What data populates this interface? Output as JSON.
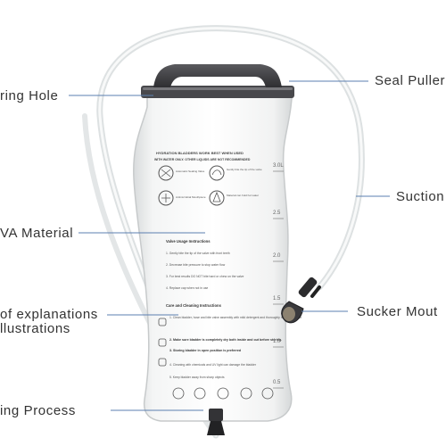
{
  "labels": {
    "filling_hole": "ring Hole",
    "seal_puller": "Seal Puller",
    "suction": "Suction",
    "eva_material": "VA Material",
    "explanations_line1": "of explanations",
    "explanations_line2": "llustrations",
    "sucker_mouth": "Sucker Mout",
    "process": "ing Process"
  },
  "bladder_print": {
    "header_line1": "HYDRATION BLADDERS WORK BEST WHEN USED",
    "header_line2": "WITH WATER ONLY. OTHER LIQUIDS ARE NOT RECOMMENDED",
    "icon1_caption": "Automatic Sealing Valve",
    "icon2_caption": "Gently bite the tip of the valve",
    "icon3_caption": "Antimicrobial Mouthpiece",
    "icon4_caption": "Material can hold hot water",
    "valve_title": "Valve Usage Instructions",
    "valve_1": "1. Gently bite the tip of the valve with front teeth",
    "valve_2": "2. Decrease bite pressure to stop water flow",
    "valve_3": "3. For best results DO NOT bite hard or chew on the valve",
    "valve_4": "4. Replace cap when not in use",
    "care_title": "Care and Cleaning Instructions",
    "care_1": "1. Clean bladder, hose and bite valve assembly with mild detergent and thoroughly rinse with water",
    "care_2": "2. Make sure bladder is completely dry both inside and out before storing.",
    "care_3": "3. Storing bladder in open position is preferred",
    "care_4": "4. Cleaning with chemicals and UV light can damage the bladder",
    "care_5": "5. Keep bladder away from sharp objects",
    "vol_3": "3.0L",
    "vol_25": "2.5",
    "vol_2": "2.0",
    "vol_15": "1.5",
    "vol_1": "1.0",
    "vol_05": "0.5"
  },
  "colors": {
    "leader_line": "#5b7fb0",
    "label_text": "#333333",
    "bag_fill": "#f1f2f2",
    "bag_edge": "#c9cccd",
    "handle": "#3f3f42",
    "tube": "#e4e7e8"
  }
}
